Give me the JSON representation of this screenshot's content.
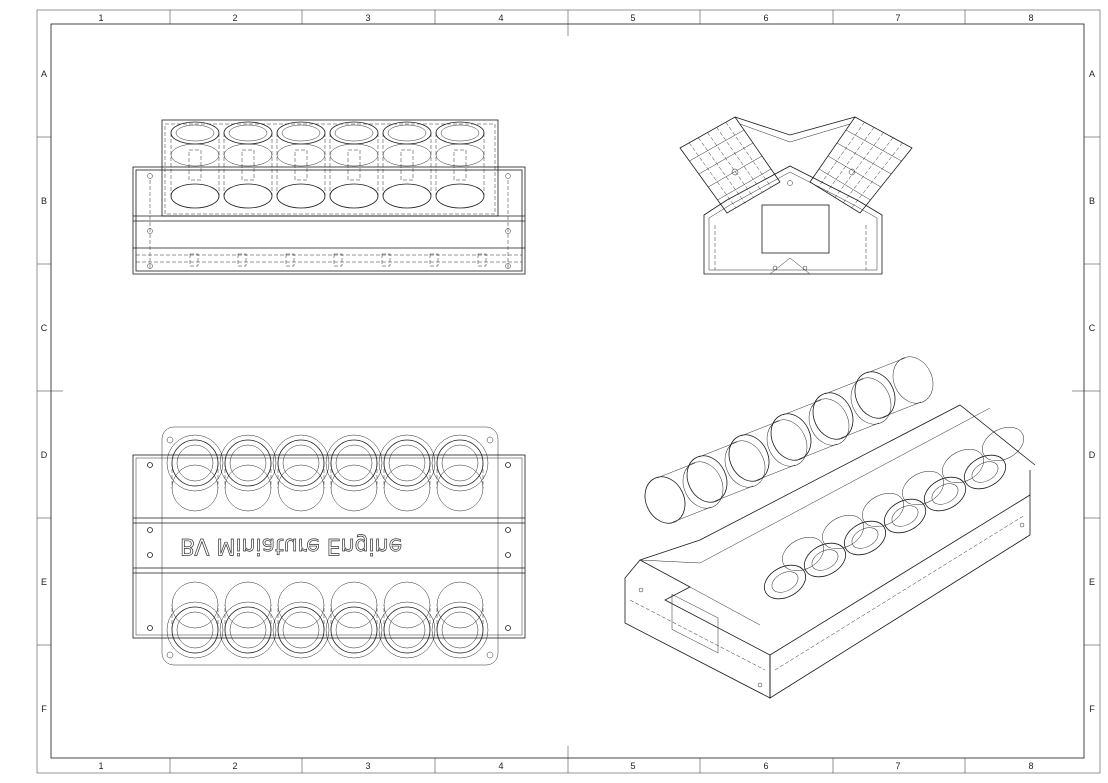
{
  "sheet": {
    "column_labels": [
      "1",
      "2",
      "3",
      "4",
      "5",
      "6",
      "7",
      "8"
    ],
    "row_labels": [
      "A",
      "B",
      "C",
      "D",
      "E",
      "F"
    ]
  },
  "views": {
    "front": {
      "cylinders_per_row": 6
    },
    "side": {},
    "top": {
      "cylinders_per_row": 6,
      "engraving": "BV Miniature Engine"
    },
    "isometric": {
      "cylinders_per_bank": 6
    }
  }
}
